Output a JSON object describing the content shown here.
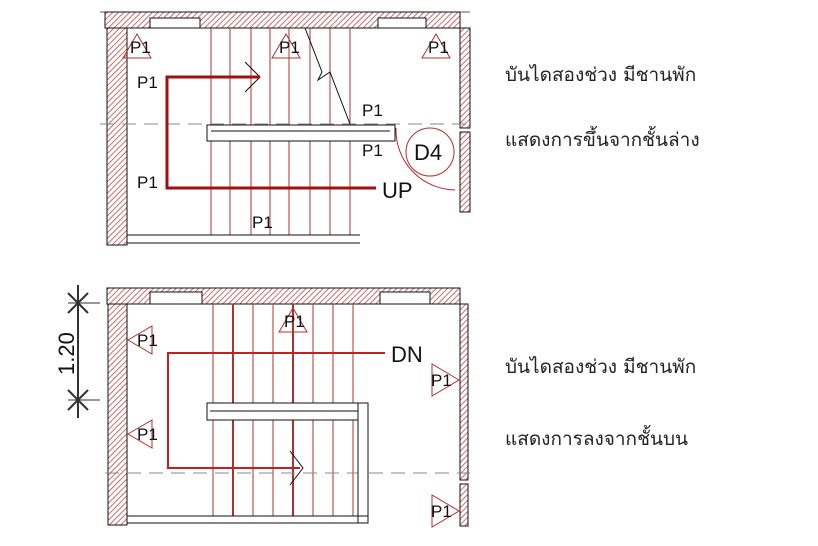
{
  "upper_plan": {
    "direction_label": "UP",
    "door_tag": "D4",
    "fixture_tag": "P1",
    "caption_line1": "บันไดสองช่วง มีชานพัก",
    "caption_line2": "แสดงการขึ้นจากชั้นล่าง"
  },
  "lower_plan": {
    "direction_label": "DN",
    "fixture_tag": "P1",
    "dimension": "1.20",
    "caption_line1": "บันไดสองช่วง มีชานพัก",
    "caption_line2": "แสดงการลงจากชั้นบน"
  },
  "colors": {
    "wall": "#b03030",
    "path": "#a01010",
    "line": "#111111"
  }
}
